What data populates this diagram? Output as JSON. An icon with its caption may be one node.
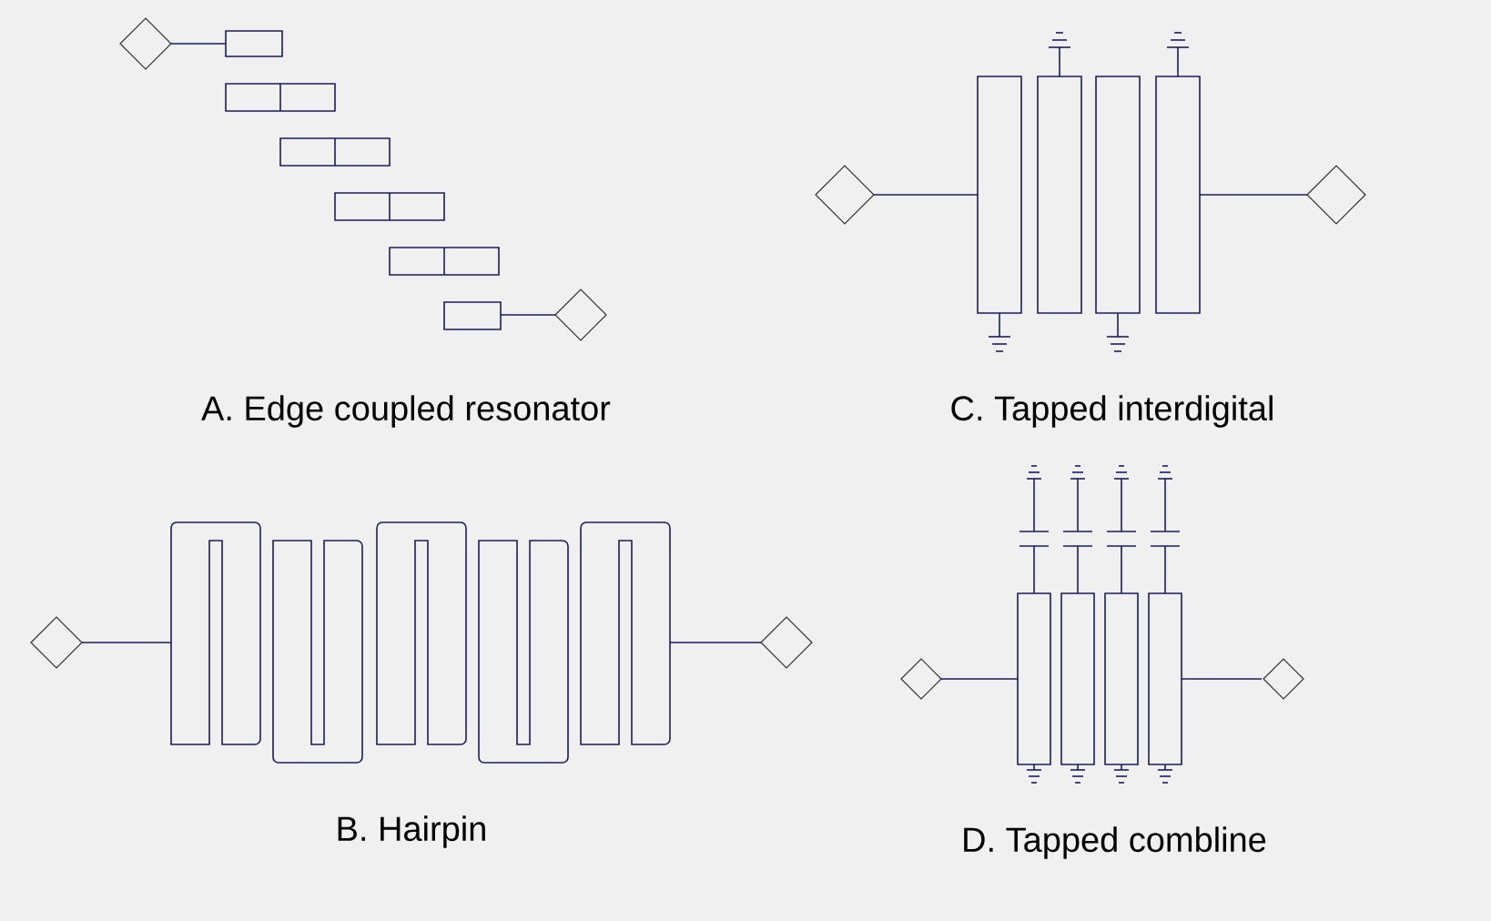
{
  "diagram": {
    "labels": [
      "A. Edge coupled resonator",
      "C. Tapped interdigital",
      "B. Hairpin",
      "D. Tapped combline"
    ]
  }
}
